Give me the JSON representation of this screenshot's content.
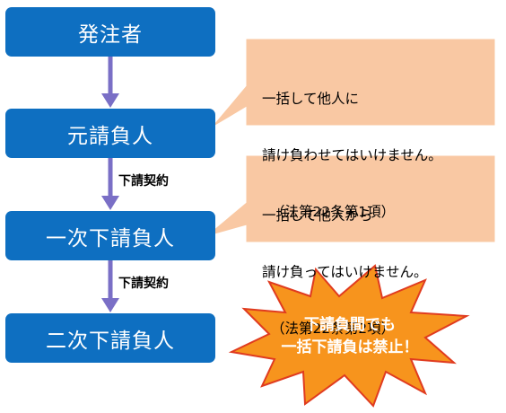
{
  "boxes": [
    "発注者",
    "元請負人",
    "一次下請負人",
    "二次下請負人"
  ],
  "arrow_labels": [
    "下請契約",
    "下請契約"
  ],
  "callouts": [
    {
      "lines": [
        "一括して他人に",
        "請け負わせてはいけません。",
        "（法第22条第1項）"
      ]
    },
    {
      "lines": [
        "一括して他人から",
        "請け負ってはいけません。",
        "（法第22条第2項）"
      ]
    }
  ],
  "burst": {
    "lines": [
      "下請負間でも",
      "一括下請負は禁止！"
    ]
  },
  "colors": {
    "box": "#0e6fc1",
    "arrow": "#7a6fc6",
    "callout_fill": "#f9c8a3",
    "burst_fill": "#f7941d",
    "burst_stroke": "#e03b1f"
  }
}
